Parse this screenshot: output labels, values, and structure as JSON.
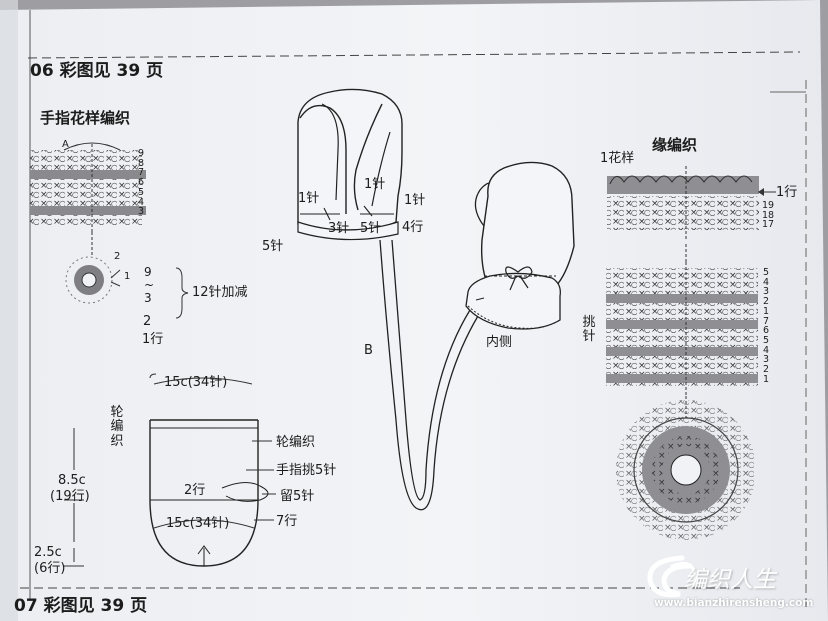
{
  "page_headers": {
    "top": "06 彩图见 39 页",
    "bottom": "07 彩图见 39 页"
  },
  "finger_pattern": {
    "title": "手指花样编织",
    "marker_a": "A",
    "row_numbers": [
      "9",
      "8",
      "7",
      "6",
      "5",
      "4",
      "3"
    ],
    "round_labels": {
      "two": "2",
      "one": "1"
    },
    "round_range": [
      "9",
      "~",
      "3"
    ],
    "increase_note": "12针加减",
    "row2": "2",
    "row1": "1行"
  },
  "mitten_schematic": {
    "top_width": "15c(34针)",
    "ring_knit_left": "轮编织",
    "ring_knit_right": "轮编织",
    "thumb_pickup": "手指挑5针",
    "rows2": "2行",
    "leave_stitches": "留5针",
    "bottom_width": "15c(34针)",
    "rows7": "7行",
    "height_body": "8.5c",
    "height_body_rows": "(19行)",
    "height_top": "2.5c",
    "height_top_rows": "(6行)"
  },
  "mitten_illustration": {
    "stitch1_left": "1针",
    "stitch1_mid": "1针",
    "stitch1_right": "1针",
    "stitches_3": "3针",
    "stitches_5": "5针",
    "stitches_5_left": "5针",
    "rows_4": "4行",
    "cord_label": "B",
    "inner_side": "内侧"
  },
  "edge_knit": {
    "title": "缘编织",
    "one_pattern": "1花样",
    "row1": "1行",
    "top_rows": [
      "19",
      "18",
      "17"
    ],
    "pickup": "挑针",
    "band_rows": [
      "5",
      "4",
      "3",
      "2",
      "1",
      "7",
      "6",
      "5",
      "4",
      "3",
      "2",
      "1"
    ]
  },
  "watermark": {
    "text": "编织人生",
    "url": "www.bianzhirensheng.com"
  },
  "colors": {
    "paper": "#f1f2f5",
    "ink": "#1c1c1c",
    "band": "#8f8f93",
    "background": "#9e9ea2"
  }
}
